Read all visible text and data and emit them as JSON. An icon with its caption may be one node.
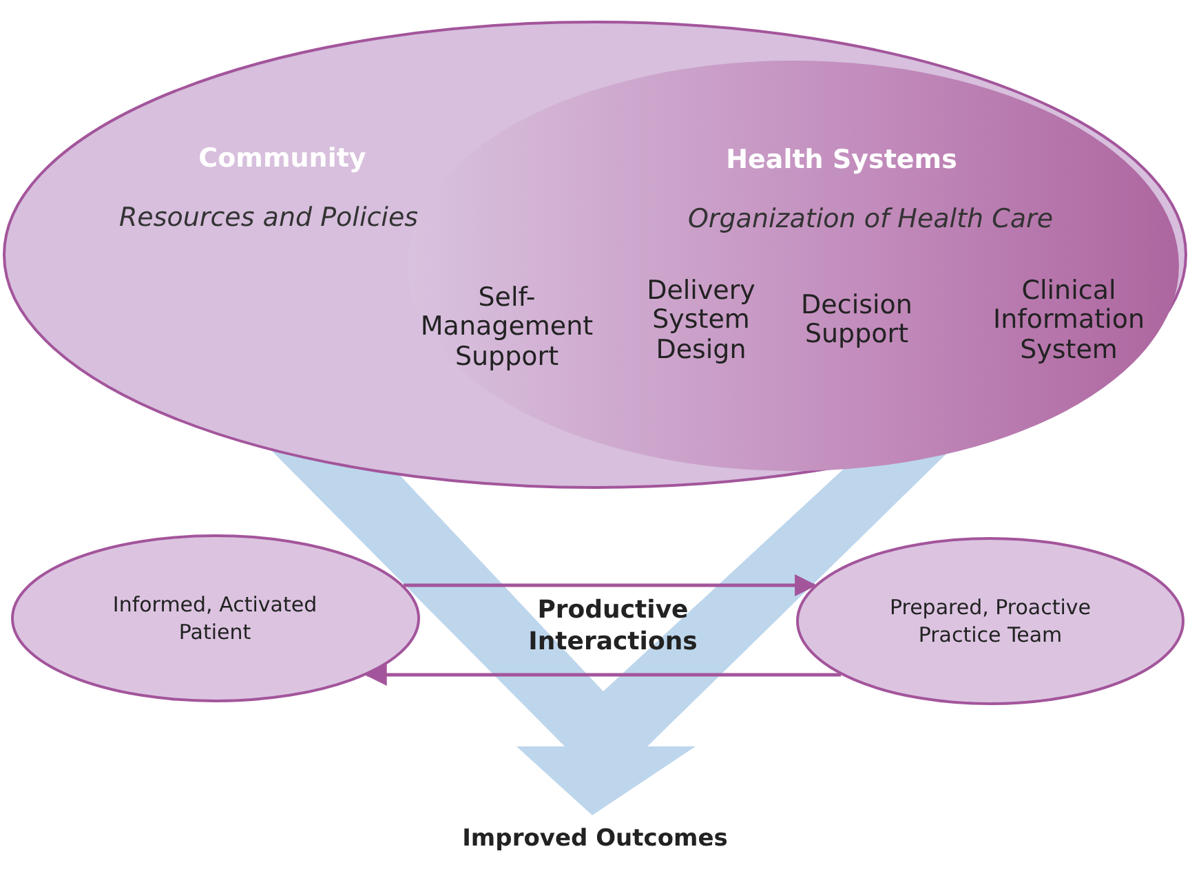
{
  "diagram": {
    "nodes": [
      {
        "text": [
          "Community",
          "Resources and Policies"
        ]
      },
      {
        "text": [
          "Health Systems",
          "Organization of Health Care"
        ],
        "in": 0
      },
      {
        "text": [
          "Informed, Activated Patient"
        ]
      },
      {
        "text": [
          "Prepared, Proactive Practice Team"
        ]
      },
      {
        "text": [
          "Improved Outcomes"
        ]
      }
    ],
    "edges": [
      {
        "from": 0,
        "to": 4,
        "arrow": "to",
        "style": "thick",
        "color": "#bdd6ec"
      },
      {
        "from": 2,
        "to": 3,
        "arrow": "to"
      },
      {
        "from": 3,
        "to": 2,
        "arrow": "to"
      }
    ],
    "labels": [
      "Self-Management Support",
      "Delivery System Design",
      "Decision Support",
      "Clinical Information System",
      "Productive Interactions"
    ]
  }
}
